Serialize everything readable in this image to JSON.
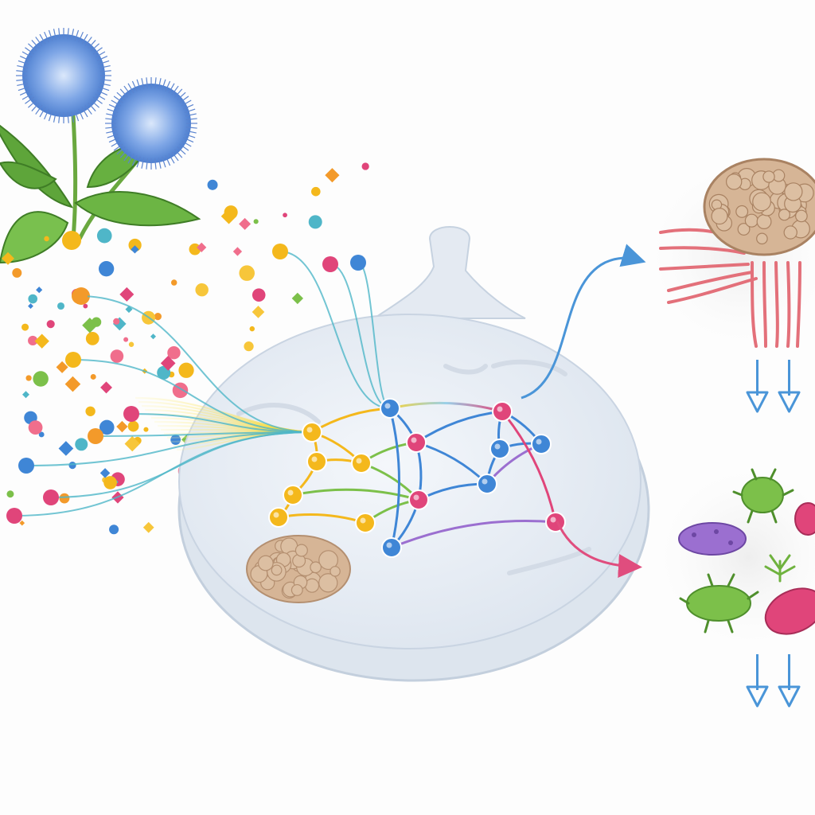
{
  "figure": {
    "panels": [
      "plant-source",
      "compound-cloud",
      "target-network-dish",
      "brain-outcome",
      "microbe-outcome"
    ],
    "palette": {
      "blue": "#3f86d6",
      "pink": "#e0457a",
      "yellow": "#f4b81c",
      "orange": "#f39a2a",
      "green": "#7cc04a",
      "teal": "#4fb6c8",
      "purple": "#9b6fd0",
      "leaf": "#5ea53a",
      "flower": "#7ea6e6",
      "tissue": "#d6b596",
      "arrow_blue": "#4a95d8",
      "arrow_pink": "#e04d7e",
      "dish": "#e9eef5"
    }
  }
}
